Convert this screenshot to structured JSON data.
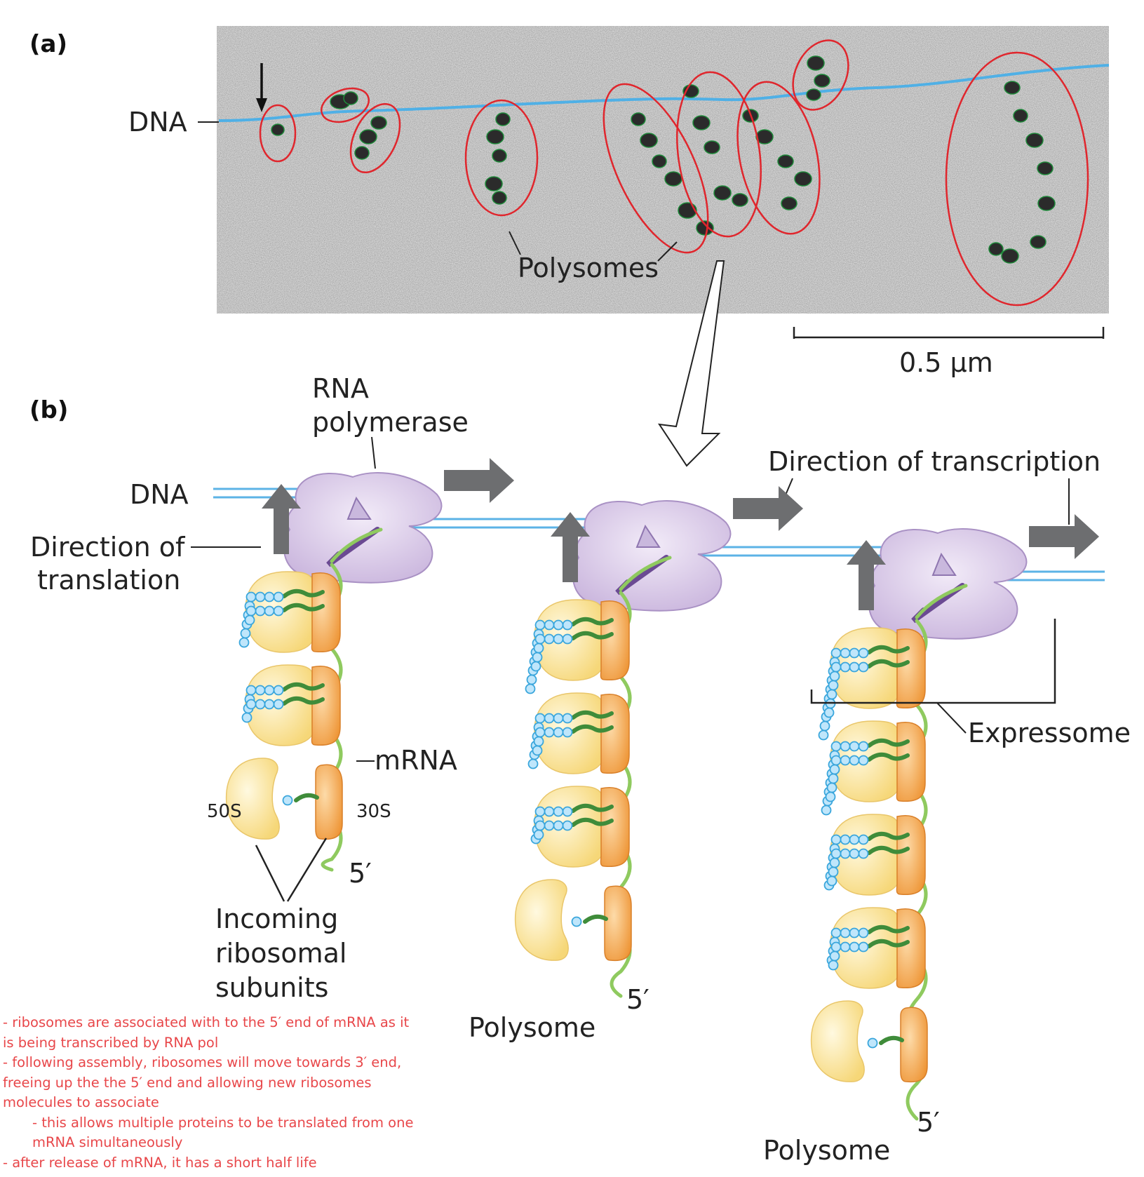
{
  "panel_a": {
    "label": "(a)",
    "dna_label": "DNA",
    "polysomes_label": "Polysomes",
    "scale_bar_label": "0.5 μm"
  },
  "panel_b": {
    "label": "(b)",
    "rna_polymerase_label": [
      "RNA",
      "polymerase"
    ],
    "dna_label": "DNA",
    "direction_of_translation_label": [
      "Direction of",
      "translation"
    ],
    "direction_of_transcription_label": "Direction of transcription",
    "mrna_label": "mRNA",
    "subunit_50s_label": "50S",
    "subunit_30s_label": "30S",
    "five_prime_label": "5′",
    "incoming_label": [
      "Incoming",
      "ribosomal",
      "subunits"
    ],
    "polysome_label": "Polysome",
    "expressome_label": "Expressome"
  },
  "notes": [
    "- ribosomes are associated with to the 5′ end of mRNA as it",
    "is being transcribed by RNA pol",
    "- following assembly, ribosomes will move towards 3′ end,",
    "freeing up the the 5′ end and allowing new ribosomes",
    "molecules to associate",
    "- this allows multiple proteins to be translated from one",
    "mRNA simultaneously",
    "- after release of mRNA, it has a short half life"
  ],
  "colors": {
    "annotation_red": "#e8474a",
    "dna_blue": "#5cb3e6",
    "polymerase_purple": "#d9cbe6",
    "subunit_50s_yellow": "#fbe8a5",
    "subunit_30s_orange": "#f2a04b",
    "mrna_green": "#8fca5f",
    "arrow_gray": "#6d6e70"
  }
}
